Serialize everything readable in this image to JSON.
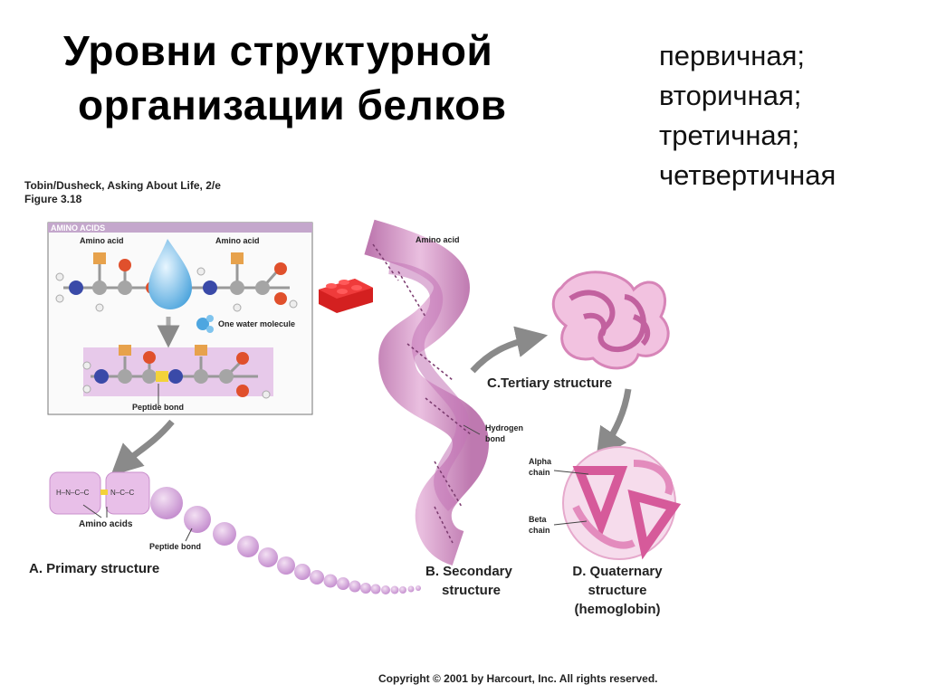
{
  "title": {
    "line1": "Уровни структурной",
    "line2": "организации белков"
  },
  "levels": [
    "первичная;",
    "вторичная;",
    "третичная;",
    "четвертичная"
  ],
  "source": {
    "line1": "Tobin/Dusheck, Asking About Life, 2/e",
    "line2": "Figure 3.18"
  },
  "amino_box": {
    "header": "AMINO ACIDS",
    "amino_acid_left": "Amino acid",
    "amino_acid_right": "Amino acid",
    "water": "One water molecule",
    "peptide_bond": "Peptide bond"
  },
  "primary": {
    "amino_acids": "Amino acids",
    "peptide_bond": "Peptide bond",
    "label": "A. Primary structure"
  },
  "secondary": {
    "amino_acid": "Amino acid",
    "hydrogen_bond": "Hydrogen bond",
    "label_line1": "B. Secondary",
    "label_line2": "structure"
  },
  "tertiary": {
    "label": "C.Tertiary structure"
  },
  "quaternary": {
    "alpha_chain": "Alpha chain",
    "beta_chain": "Beta chain",
    "label_line1": "D. Quaternary",
    "label_line2": "structure",
    "label_line3": "(hemoglobin)"
  },
  "copyright": "Copyright © 2001 by Harcourt, Inc. All rights reserved.",
  "colors": {
    "protein_pink": "#d98bc0",
    "beads": "#d8a6da",
    "lego_red": "#d42020",
    "arrow_gray": "#8a8a8a",
    "water_blue": "#5ab0e0"
  }
}
